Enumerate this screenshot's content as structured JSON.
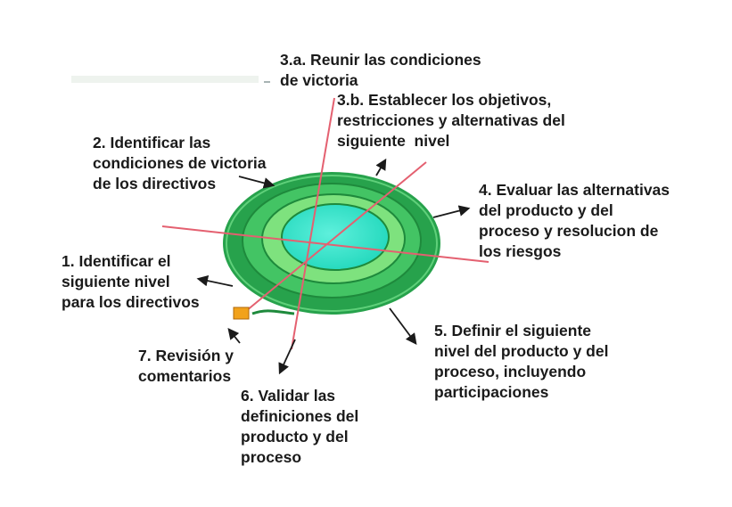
{
  "diagram": {
    "colors": {
      "ring_dark": "#27a24c",
      "ring_mid": "#43c464",
      "ring_light": "#7ee27e",
      "core": "#2ee6c8",
      "axis": "#e46070",
      "box": "#f2a21b",
      "arrow": "#1a1a1a",
      "text": "#1a1a1a"
    },
    "labels": {
      "reunir": {
        "lines": [
          "3.a. Reunir las condiciones",
          "de victoria"
        ]
      },
      "establecer": {
        "lines": [
          "3.b. Establecer los objetivos,",
          "restricciones y alternativas del",
          "siguiente  nivel"
        ]
      },
      "identificar_condiciones": {
        "lines": [
          "2. Identificar las",
          "condiciones de victoria",
          "de los directivos"
        ]
      },
      "evaluar": {
        "lines": [
          "4. Evaluar las alternativas",
          "del producto y del",
          "proceso y resolucion de",
          "los riesgos"
        ]
      },
      "identificar_nivel": {
        "lines": [
          "1. Identificar el",
          "siguiente nivel",
          "para los directivos"
        ]
      },
      "definir": {
        "lines": [
          "5. Definir el siguiente",
          "nivel del producto y del",
          "proceso, incluyendo",
          "participaciones"
        ]
      },
      "revision": {
        "lines": [
          "7. Revisión y",
          "comentarios"
        ]
      },
      "validar": {
        "lines": [
          "6. Validar las",
          "definiciones del",
          "producto y del",
          "proceso"
        ]
      }
    }
  }
}
